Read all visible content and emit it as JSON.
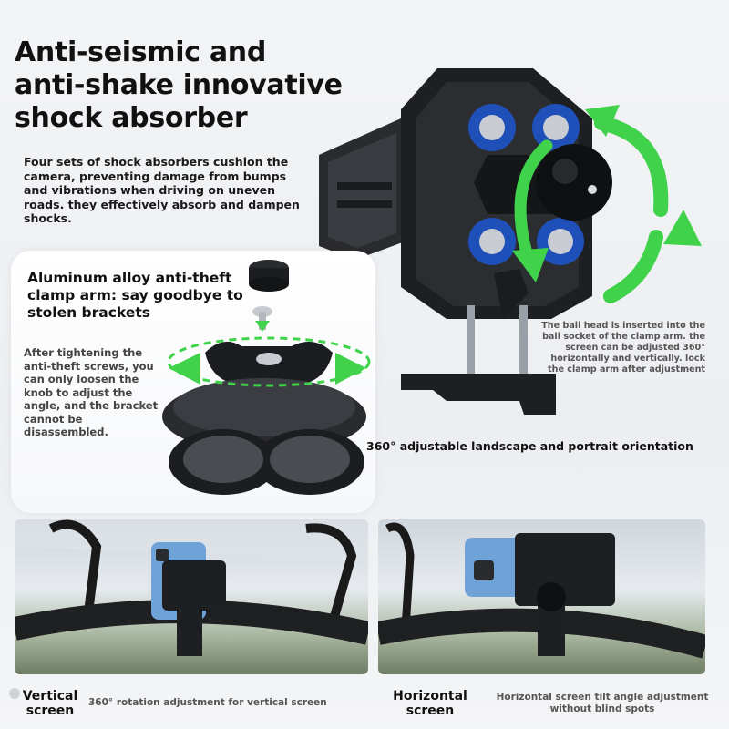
{
  "headline": {
    "line1": "Anti-seismic and",
    "line2": "anti-shake innovative",
    "line3": "shock absorber"
  },
  "intro": "Four sets of shock absorbers cushion the camera, preventing damage from bumps and vibrations when driving on uneven roads. they effectively absorb and dampen shocks.",
  "clamp": {
    "title": "Aluminum alloy anti-theft clamp arm: say goodbye to stolen brackets",
    "note": "After tightening the anti-theft screws, you can only loosen the knob to adjust the angle, and the bracket cannot be disassembled."
  },
  "ball_note": "The ball head is inserted into the ball socket of the clamp arm. the screen can be adjusted 360° horizontally and vertically. lock the clamp arm after adjustment",
  "orientation_label": "360° adjustable landscape and portrait orientation",
  "captions": {
    "vertical_title_1": "Vertical",
    "vertical_title_2": "screen",
    "vertical_desc": "360° rotation adjustment for vertical screen",
    "horizontal_title_1": "Horizontal",
    "horizontal_title_2": "screen",
    "horizontal_desc": "Horizontal screen tilt angle adjustment without blind spots"
  },
  "colors": {
    "accent_green": "#3fd24a",
    "mount_black": "#1e1f22",
    "damper_blue": "#1f4fb8",
    "phone_blue": "#6fa3d8"
  }
}
